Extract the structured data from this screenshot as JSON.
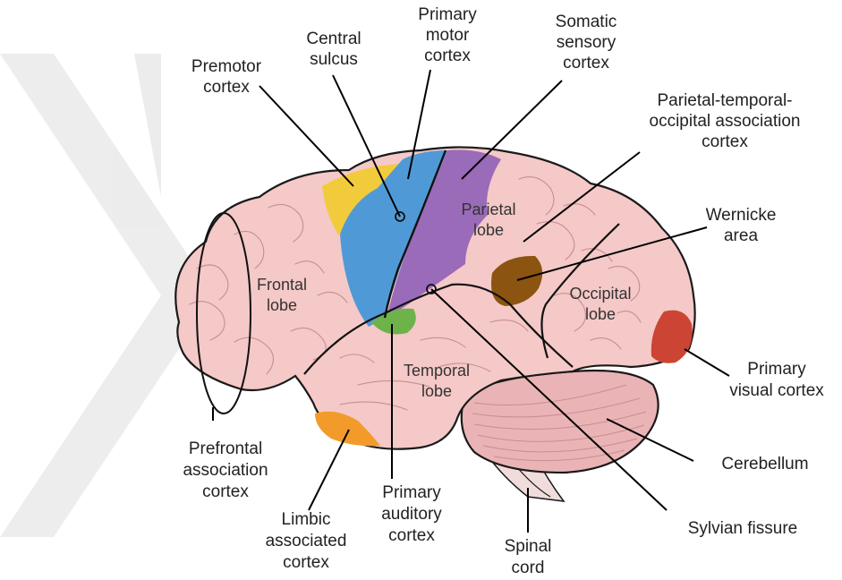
{
  "labels": {
    "premotor": [
      "Premotor",
      "cortex"
    ],
    "central": [
      "Central",
      "sulcus"
    ],
    "primary_motor": [
      "Primary",
      "motor",
      "cortex"
    ],
    "somatic": [
      "Somatic",
      "sensory",
      "cortex"
    ],
    "ptoa": [
      "Parietal-temporal-",
      "occipital association",
      "cortex"
    ],
    "wernicke": [
      "Wernicke",
      "area"
    ],
    "primary_visual": [
      "Primary",
      "visual cortex"
    ],
    "cerebellum": [
      "Cerebellum"
    ],
    "sylvian": [
      "Sylvian fissure"
    ],
    "spinal": [
      "Spinal",
      "cord"
    ],
    "primary_auditory": [
      "Primary",
      "auditory",
      "cortex"
    ],
    "limbic": [
      "Limbic",
      "associated",
      "cortex"
    ],
    "prefrontal": [
      "Prefrontal",
      "association",
      "cortex"
    ]
  },
  "lobes": {
    "frontal": [
      "Frontal",
      "lobe"
    ],
    "parietal": [
      "Parietal",
      "lobe"
    ],
    "occipital": [
      "Occipital",
      "lobe"
    ],
    "temporal": [
      "Temporal",
      "lobe"
    ]
  },
  "colors": {
    "brain": "#f4c9c7",
    "premotor": "#f2cb3c",
    "primary_motor": "#4f9ad6",
    "somatic": "#9a6bb9",
    "wernicke": "#8b5410",
    "primary_visual": "#cc4433",
    "primary_auditory": "#6eb34a",
    "limbic": "#f39b2a",
    "cerebellum": "#eab4b6"
  }
}
